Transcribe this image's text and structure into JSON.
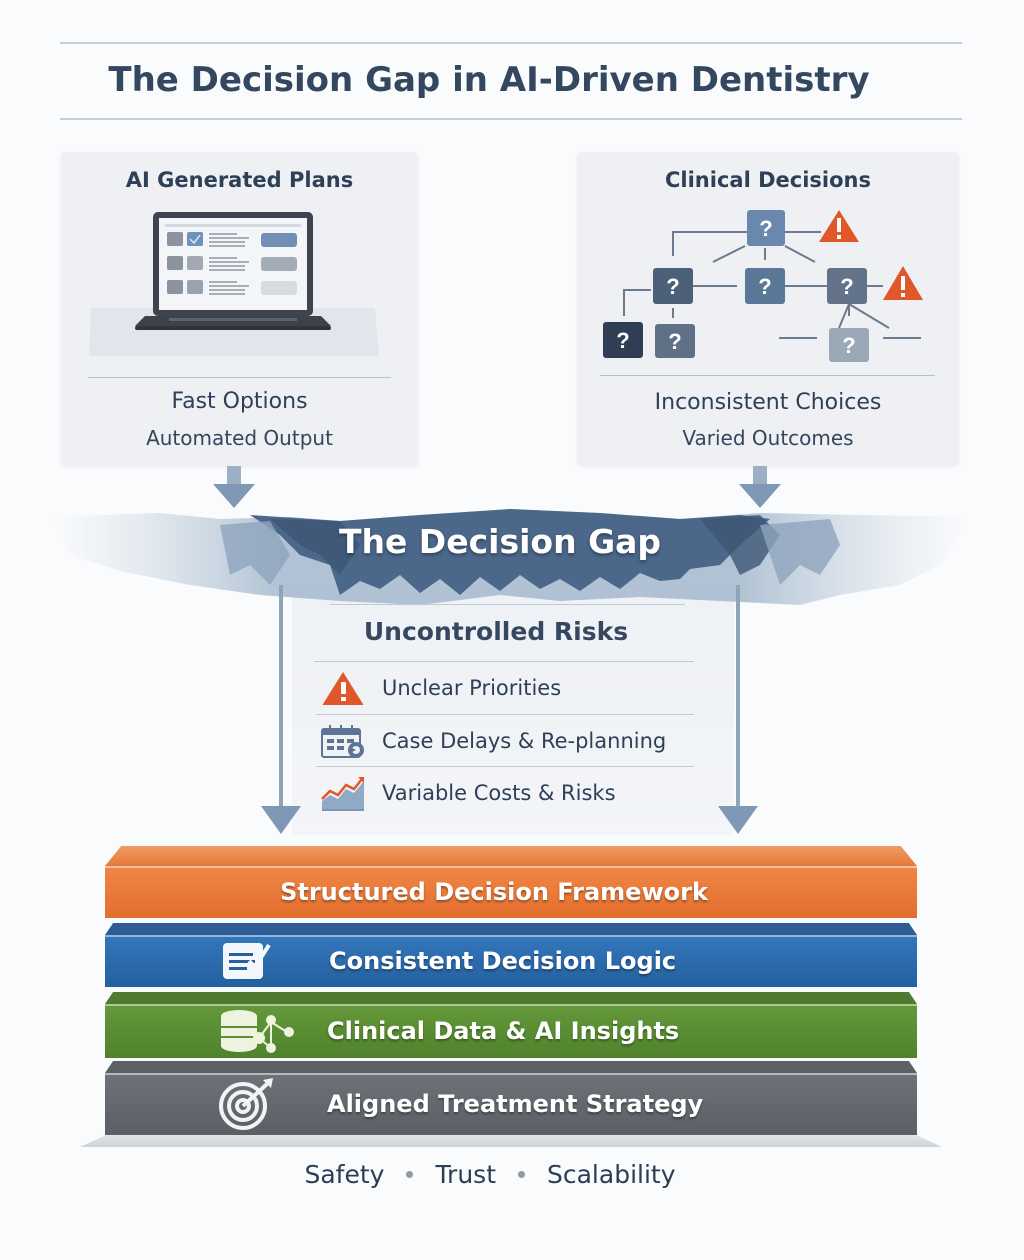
{
  "title": "The Decision Gap in AI-Driven Dentistry",
  "left_card": {
    "title": "AI Generated Plans",
    "icon": "laptop-plans-icon",
    "heading": "Fast Options",
    "subheading": "Automated Output"
  },
  "right_card": {
    "title": "Clinical Decisions",
    "icon": "decision-tree-icon",
    "node_glyph": "?",
    "warning_glyph": "!",
    "heading": "Inconsistent Choices",
    "subheading": "Varied Outcomes"
  },
  "gap": {
    "label": "The Decision Gap"
  },
  "risks": {
    "title": "Uncontrolled Risks",
    "items": [
      {
        "label": "Unclear Priorities",
        "icon": "warning-icon"
      },
      {
        "label": "Case Delays & Re-planning",
        "icon": "calendar-refresh-icon"
      },
      {
        "label": "Variable Costs & Risks",
        "icon": "rising-chart-icon"
      }
    ]
  },
  "layers": [
    {
      "label": "Structured Decision Framework",
      "color": "#e8783a",
      "icon": null
    },
    {
      "label": "Consistent Decision Logic",
      "color": "#2f6aaa",
      "icon": "checklist-icon"
    },
    {
      "label": "Clinical Data & AI Insights",
      "color": "#5a8c35",
      "icon": "database-network-icon"
    },
    {
      "label": "Aligned Treatment Strategy",
      "color": "#666b72",
      "icon": "target-icon"
    }
  ],
  "footer": {
    "items": [
      "Safety",
      "Trust",
      "Scalability"
    ]
  },
  "colors": {
    "navy_text": "#2e4058",
    "warning": "#e0582a",
    "gap_blue": "#4a6688",
    "arrow": "#8ca2ba"
  }
}
